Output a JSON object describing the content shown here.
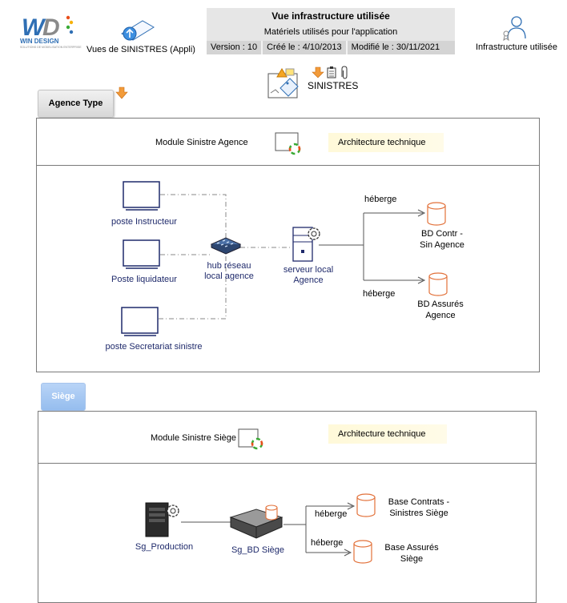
{
  "header": {
    "logo": {
      "brand": "WIN DESIGN",
      "tagline": "SOLUTIONS DE MODELISATION ENTERPRISE"
    },
    "views_link_label": "Vues de SINISTRES (Appli)",
    "title": "Vue infrastructure utilisée",
    "subtitle": "Matériels utilisés pour l'application",
    "version": "Version : 10",
    "created": "Créé le : 4/10/2013",
    "modified": "Modifié le : 30/11/2021",
    "infra_label": "Infrastructure utilisée"
  },
  "application": {
    "name": "SINISTRES"
  },
  "agence": {
    "tab_label": "Agence Type",
    "module_label": "Module Sinistre Agence",
    "arch_note": "Architecture technique",
    "nodes": {
      "poste_instructeur": "poste Instructeur",
      "poste_liquidateur": "Poste liquidateur",
      "poste_secretariat": "poste Secretariat sinistre",
      "hub_line1": "hub réseau",
      "hub_line2": "local agence",
      "serveur_line1": "serveur local",
      "serveur_line2": "Agence",
      "bd_contr_line1": "BD Contr -",
      "bd_contr_line2": "Sin Agence",
      "bd_assures_line1": "BD Assurés",
      "bd_assures_line2": "Agence"
    },
    "edges": {
      "heberge_1": "héberge",
      "heberge_2": "héberge"
    }
  },
  "siege": {
    "tab_label": "Siège",
    "module_label": "Module Sinistre Siège",
    "arch_note": "Architecture technique",
    "nodes": {
      "production": "Sg_Production",
      "bd_siege": "Sg_BD Siège",
      "base_contrats_line1": "Base Contrats -",
      "base_contrats_line2": "Sinistres Siège",
      "base_assures_line1": "Base Assurés",
      "base_assures_line2": "Siège"
    },
    "edges": {
      "heberge_1": "héberge",
      "heberge_2": "héberge"
    }
  },
  "colors": {
    "navy_text": "#1f2a6b",
    "db_orange": "#e2713a",
    "header_gray": "#e6e6e6",
    "note_yellow": "#fff9d9",
    "siege_blue": "#95bdee"
  }
}
